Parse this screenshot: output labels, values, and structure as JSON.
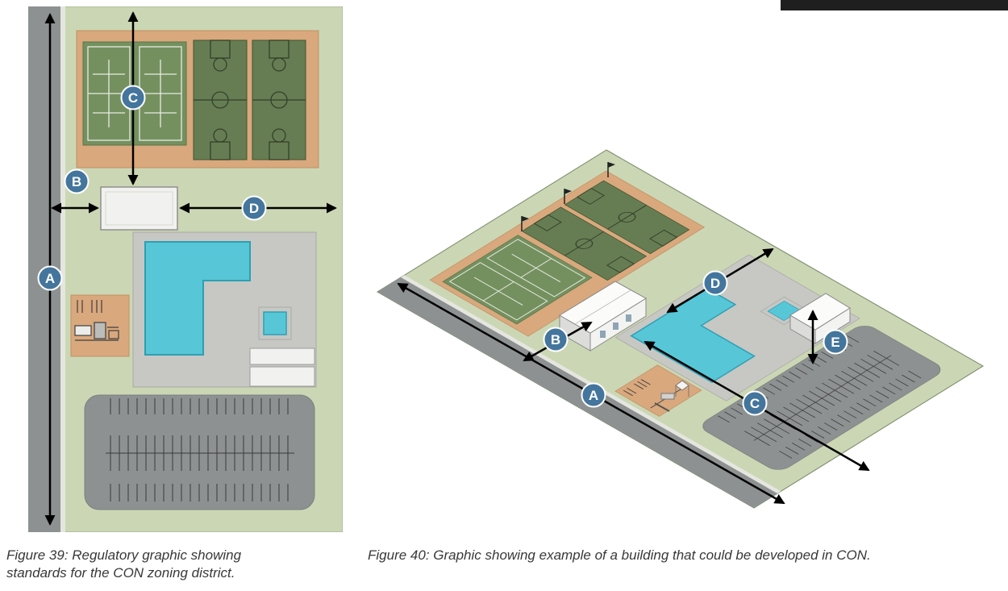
{
  "document": {
    "background": "#ffffff",
    "header_bar_color": "#1f1f1f"
  },
  "colors": {
    "site_green": "#cbd7b4",
    "road_gray": "#8e9191",
    "court_area_tan": "#d9a87d",
    "tennis_green": "#74905f",
    "basketball_green": "#667d53",
    "pool_blue": "#57c7d8",
    "deck_gray": "#c7c7c4",
    "building_white": "#f1f1ef",
    "marker_blue": "#44759d",
    "dimension_arrow_black": "#000000"
  },
  "figure39": {
    "caption": "Figure 39: Regulatory graphic showing standards for the CON zoning district.",
    "markers": {
      "a": "A",
      "b": "B",
      "c": "C",
      "d": "D"
    }
  },
  "figure40": {
    "caption": "Figure 40: Graphic showing example of a building that could be developed in CON.",
    "markers": {
      "a": "A",
      "b": "B",
      "c": "C",
      "d": "D",
      "e": "E"
    }
  }
}
